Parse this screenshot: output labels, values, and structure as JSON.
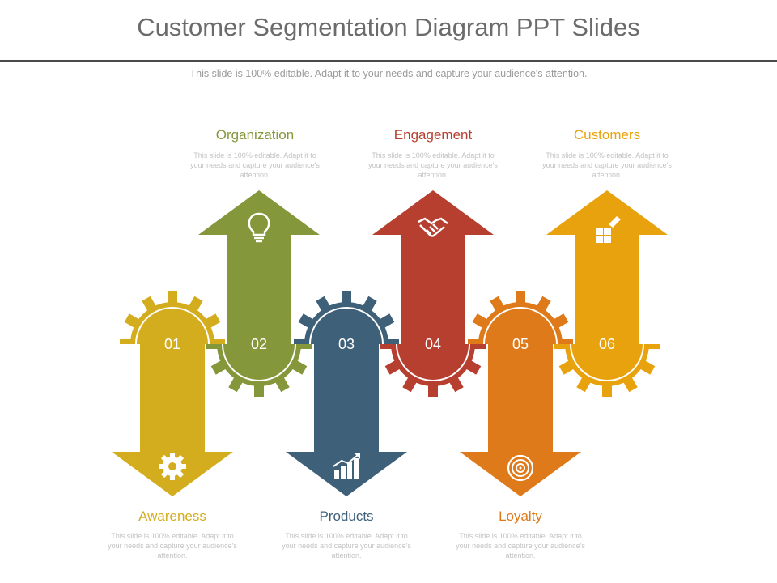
{
  "header": {
    "title": "Customer Segmentation Diagram PPT Slides",
    "subtitle": "This slide is 100% editable. Adapt it to your needs and capture your audience's attention."
  },
  "steps": [
    {
      "number": "01",
      "label": "Awareness",
      "description": "This slide is 100% editable. Adapt it to your needs and capture your audience's attention.",
      "icon": "gear-icon",
      "color": "#D4AD1F"
    },
    {
      "number": "02",
      "label": "Organization",
      "description": "This slide is 100% editable. Adapt it to your needs and capture your audience's attention.",
      "icon": "lightbulb-icon",
      "color": "#84973A"
    },
    {
      "number": "03",
      "label": "Products",
      "description": "This slide is 100% editable. Adapt it to your needs and capture your audience's attention.",
      "icon": "bar-chart-icon",
      "color": "#3F6079"
    },
    {
      "number": "04",
      "label": "Engagement",
      "description": "This slide is 100% editable. Adapt it to your needs and capture your audience's attention.",
      "icon": "handshake-icon",
      "color": "#B73F2F"
    },
    {
      "number": "05",
      "label": "Loyalty",
      "description": "This slide is 100% editable. Adapt it to your needs and capture your audience's attention.",
      "icon": "target-icon",
      "color": "#DE7A1A"
    },
    {
      "number": "06",
      "label": "Customers",
      "description": "This slide is 100% editable. Adapt it to your needs and capture your audience's attention.",
      "icon": "puzzle-hand-icon",
      "color": "#E8A20D"
    }
  ]
}
